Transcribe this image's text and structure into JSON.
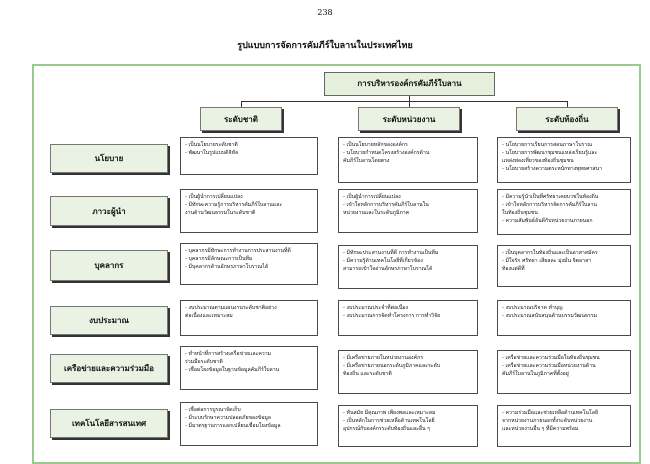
{
  "page_number": "238",
  "title": "รูปแบบการจัดการคัมภีร์ใบลานในประเทศไทย",
  "top": "การบริหารองค์กรคัมภีร์ใบลาน",
  "levels": [
    "ระดับชาติ",
    "ระดับหน่วยงาน",
    "ระดับท้องถิ่น"
  ],
  "rows": [
    {
      "label": "นโยบาย",
      "national": [
        "- เป็นนโยบายระดับชาติ",
        "- พัฒนาในรูปแบบดิจิทัล"
      ],
      "agency": [
        "- เป็นนโยบายหลักขององค์กร",
        "- นโยบายกำหนดโครงสร้างองค์กรด้าน",
        "คัมภีร์ใบลานโดยตรง"
      ],
      "local": [
        "- นโยบายการเรียนการสอนภาษาโบราณ",
        "- นโยบายการพัฒนาชุมชนแหล่งเรียนรู้และ",
        "แหล่งท่องเที่ยวของท้องถิ่นชุมชน",
        "- นโยบายสร้างความตระหนักทางพุทธศาสนา"
      ]
    },
    {
      "label": "ภาวะผู้นำ",
      "national": [
        "- เป็นผู้นำการเปลี่ยนแปลง",
        "- มีทักษะความรู้การบริหารคัมภีร์ใบลานและ",
        "งานด้านวัฒนธรรมในระดับชาติ"
      ],
      "agency": [
        "- เป็นผู้นำการเปลี่ยนแปลง",
        "- เข้าใจหลักการบริหารคัมภีร์ใบลานใน",
        "หน่วยงานและในระดับภูมิภาค"
      ],
      "local": [
        "- มีความรู้นำเป็นที่ศรัทธาเคยบวชในท้องถิ่น",
        "- เข้าใจหลักการบริหารจัดการคัมภีร์ใบลาน",
        "ในท้องถิ่นชุมชน",
        "- ความสัมพันธ์อันดีกับหน่วยงานภายนอก"
      ]
    },
    {
      "label": "บุคลากร",
      "national": [
        "- บุคลากรมีทักษะการทำงานการประสานงานที่ดี",
        "- บุคลากรมีลักษณะการเป็นทีม",
        "- มีบุคลากรด้านอักษรภาษาโบราณได้"
      ],
      "agency": [
        "- มีทักษะประสานงานที่ดี การทำงานเป็นทีม",
        "- มีความรู้ด้านเทคโนโลยีที่เกี่ยวข้อง",
        "สามารถเข้าใจอ่านอักษรภาษาโบราณได้"
      ],
      "local": [
        "- เป็นบุคลากรในท้องถิ่นและเป็นอาสาสมัคร",
        "- มีใจรัก ศรัทธา เสียสละ มุ่งมั่น จิตอาสา",
        "ท้องแต่ดีที่"
      ]
    },
    {
      "label": "งบประมาณ",
      "national": [
        "- งบประมาณตามแผนงานระดับชาติอย่าง",
        "ต่อเนื่องและเหมาะสม"
      ],
      "agency": [
        "- งบประมาณประจำที่ต่อเนื่อง",
        "- งบประมาณการจัดทำโครงการ การทำวิจัย"
      ],
      "local": [
        "- งบประมาณบริจาค ทำบุญ",
        "- งบประมาณสนับสนุนด้านบรรมวัฒนธรรม"
      ]
    },
    {
      "label": "เครือข่ายและความร่วมมือ",
      "national": [
        "- ทำหน้าที่การสร้างเครือข่ายและความ",
        "ร่วมมือระดับชาติ",
        "- เชื่อมโยงข้อมูลในฐานข้อมูลคัมภีร์ใบลาน"
      ],
      "agency": [
        "- มีเครือข่ายภายในหน่วยงานองค์กร",
        "- มีเครือข่ายภายนอกระดับภูมิภาคและระดับ",
        "ท้องถิ่น และระดับชาติ"
      ],
      "local": [
        "- เครือข่ายและความร่วมมือในท้องถิ่นชุมชน",
        "- เครือข่ายและความร่วมมือหน่วยงานด้าน",
        "คัมภีร์ใบลานในภูมิภาคที่ตั้งอยู่"
      ]
    },
    {
      "label": "เทคโนโลยีสารสนเทศ",
      "national": [
        "- เชื่อต่อการบูรณาจัดเก็บ",
        "- มีระบบรักษาความปลอดภัยของข้อมูล",
        "- มีมาตรฐานการแลกเปลี่ยนเชื่อมโยงข้อมูล"
      ],
      "agency": [
        "- ทันสมัย มีคุณภาพ เพียงพอและเหมาะสม",
        "- เป็นหลักในการช่วยเหลือด้านเทคโนโลยี",
        "อุปกรณ์กับองค์กรระดับท้องถิ่นและอื่น ๆ"
      ],
      "local": [
        "- ความร่วมมือและช่วยเหลือด้านเทคโนโลยี",
        "จากหน่วยงานภายนอกทั้งระดับหน่วยงาน",
        "และหน่วยงานอื่น ๆ ที่มีความพร้อม"
      ]
    }
  ]
}
